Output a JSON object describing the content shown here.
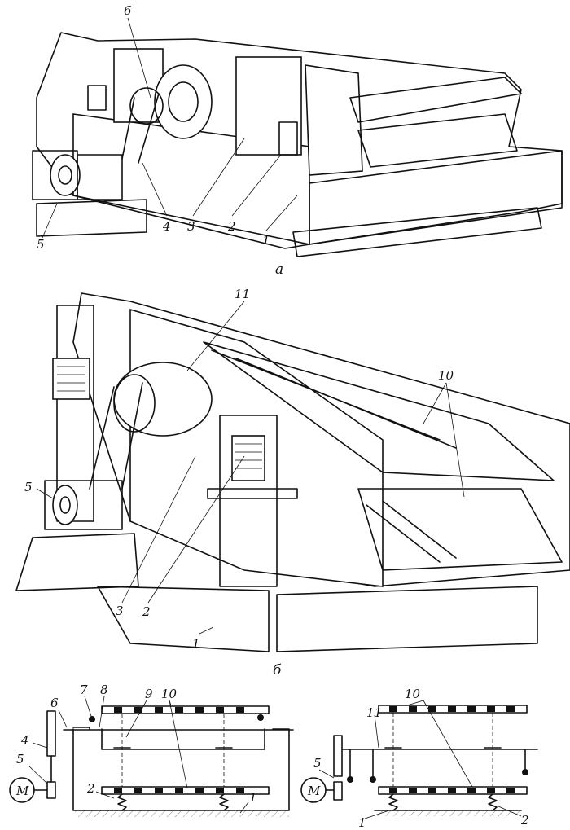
{
  "figure_a": {
    "caption": "а",
    "callouts": [
      "6",
      "5",
      "4",
      "3",
      "2",
      "1"
    ]
  },
  "figure_b": {
    "caption": "б",
    "callouts": [
      "11",
      "10",
      "5",
      "3",
      "2",
      "1"
    ]
  },
  "schematic_left": {
    "callouts": [
      "6",
      "7",
      "8",
      "9",
      "10",
      "4",
      "5",
      "2",
      "1"
    ],
    "motor_symbol": "M"
  },
  "schematic_right": {
    "callouts": [
      "10",
      "11",
      "5",
      "1",
      "2"
    ],
    "motor_symbol": "M"
  }
}
